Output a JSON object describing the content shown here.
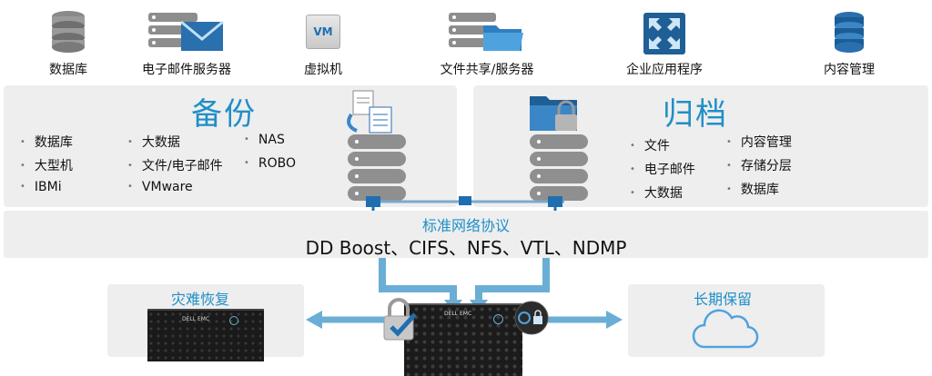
{
  "top_sources": [
    {
      "label": "数据库",
      "icon": "database-icon"
    },
    {
      "label": "电子邮件服务器",
      "icon": "email-server-icon"
    },
    {
      "label": "虚拟机",
      "icon": "vm-icon",
      "badge": "VM"
    },
    {
      "label": "文件共享/服务器",
      "icon": "file-share-server-icon"
    },
    {
      "label": "企业应用程序",
      "icon": "enterprise-app-icon"
    },
    {
      "label": "内容管理",
      "icon": "content-management-icon"
    }
  ],
  "backup": {
    "title": "备份",
    "col1": [
      "数据库",
      "大型机",
      "IBMi"
    ],
    "col2": [
      "大数据",
      "文件/电子邮件",
      "VMware"
    ],
    "col3": [
      "NAS",
      "ROBO"
    ]
  },
  "archive": {
    "title": "归档",
    "col1": [
      "文件",
      "电子邮件",
      "大数据"
    ],
    "col2": [
      "内容管理",
      "存储分层",
      "数据库"
    ]
  },
  "protocols": {
    "title": "标准网络协议",
    "list": "DD Boost、CIFS、NFS、VTL、NDMP"
  },
  "disaster_recovery": {
    "title": "灾难恢复",
    "brand": "DELL EMC"
  },
  "long_term_retention": {
    "title": "长期保留"
  },
  "center_appliance": {
    "brand": "DELL EMC"
  },
  "colors": {
    "accent": "#1f8fc7",
    "arrow": "#6aaed6",
    "panel": "#eeeeee",
    "dark": "#1b1b1b"
  }
}
